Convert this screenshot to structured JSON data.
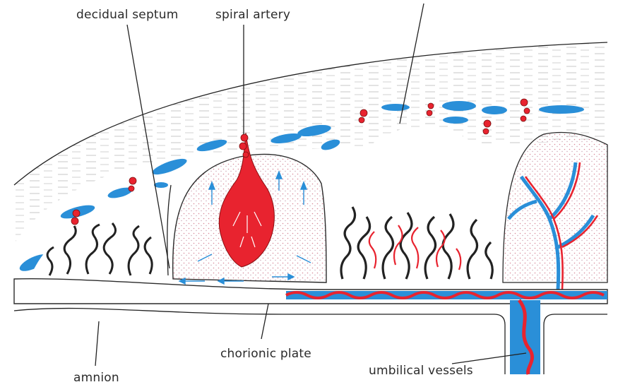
{
  "labels": {
    "decidual_septum": "decidual septum",
    "spiral_artery": "spiral artery",
    "chorionic_plate": "chorionic plate",
    "amnion": "amnion",
    "umbilical_vessels": "umbilical vessels"
  },
  "colors": {
    "maternal_blood": "#e8232f",
    "blue_vessels": "#2a8fd8",
    "stipple": "#d98a9a",
    "outline": "#2b2b2b",
    "paper": "#ffffff"
  }
}
